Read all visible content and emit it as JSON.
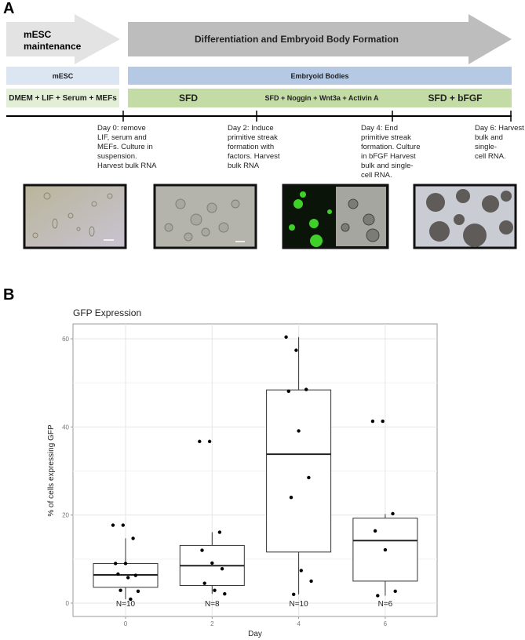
{
  "panelA": {
    "label": "A",
    "arrow_maintenance": "mESC\nmaintenance",
    "arrow_differentiation": "Differentiation and Embryoid Body Formation",
    "stage_mesc": "mESC",
    "stage_eb": "Embryoid Bodies",
    "media": [
      "DMEM + LIF + Serum + MEFs",
      "SFD",
      "SFD + Noggin + Wnt3a + Activin A",
      "SFD + bFGF"
    ],
    "notes": [
      "Day 0: remove\nLIF, serum and\nMEFs. Culture in\nsuspension.\nHarvest bulk RNA",
      "Day 2: Induce\nprimitive streak\nformation with\nfactors. Harvest\nbulk RNA",
      "Day 4: End\nprimitive streak\nformation. Culture\nin bFGF Harvest\nbulk and single-\ncell RNA.",
      "Day 6: Harvest\nbulk and single-\ncell RNA."
    ],
    "colors": {
      "arrow_light": "#e3e3e3",
      "arrow_dark": "#bdbdbd",
      "blue_light": "#dce6f3",
      "blue": "#b6c9e4",
      "green_light": "#e2eed6",
      "green": "#c3dca5",
      "gfp": "#3fd12a"
    }
  },
  "panelB": {
    "label": "B"
  },
  "chart_data": {
    "type": "box",
    "title": "GFP Expression",
    "xlabel": "Day",
    "ylabel": "% of cells expressing GFP",
    "ylim": [
      -3,
      63
    ],
    "yticks": [
      0,
      20,
      40,
      60
    ],
    "xticks": [
      "0",
      "2",
      "4",
      "6"
    ],
    "grid": true,
    "groups": [
      {
        "day": 0,
        "label": "N=10",
        "q1": 3.6,
        "median": 6.4,
        "q3": 9.0,
        "whisker_low": 0.9,
        "whisker_high": 14.7,
        "points": [
          17.7,
          17.7,
          14.7,
          9.0,
          9.0,
          6.3,
          6.6,
          5.8,
          2.7,
          2.9,
          0.9
        ]
      },
      {
        "day": 2,
        "label": "N=8",
        "q1": 4.0,
        "median": 8.5,
        "q3": 13.1,
        "whisker_low": 2.1,
        "whisker_high": 16.1,
        "points": [
          36.7,
          36.7,
          16.1,
          12.0,
          9.1,
          7.8,
          4.5,
          2.9,
          2.1
        ]
      },
      {
        "day": 4,
        "label": "N=10",
        "q1": 11.6,
        "median": 33.8,
        "q3": 48.4,
        "whisker_low": 2.0,
        "whisker_high": 60.4,
        "points": [
          60.4,
          57.4,
          48.5,
          48.1,
          39.1,
          28.5,
          24.0,
          7.4,
          5.0,
          2.0
        ]
      },
      {
        "day": 6,
        "label": "N=6",
        "q1": 5.0,
        "median": 14.2,
        "q3": 19.3,
        "whisker_low": 1.7,
        "whisker_high": 20.2,
        "points": [
          41.3,
          41.3,
          20.3,
          16.4,
          12.1,
          2.7,
          1.7
        ]
      }
    ]
  }
}
